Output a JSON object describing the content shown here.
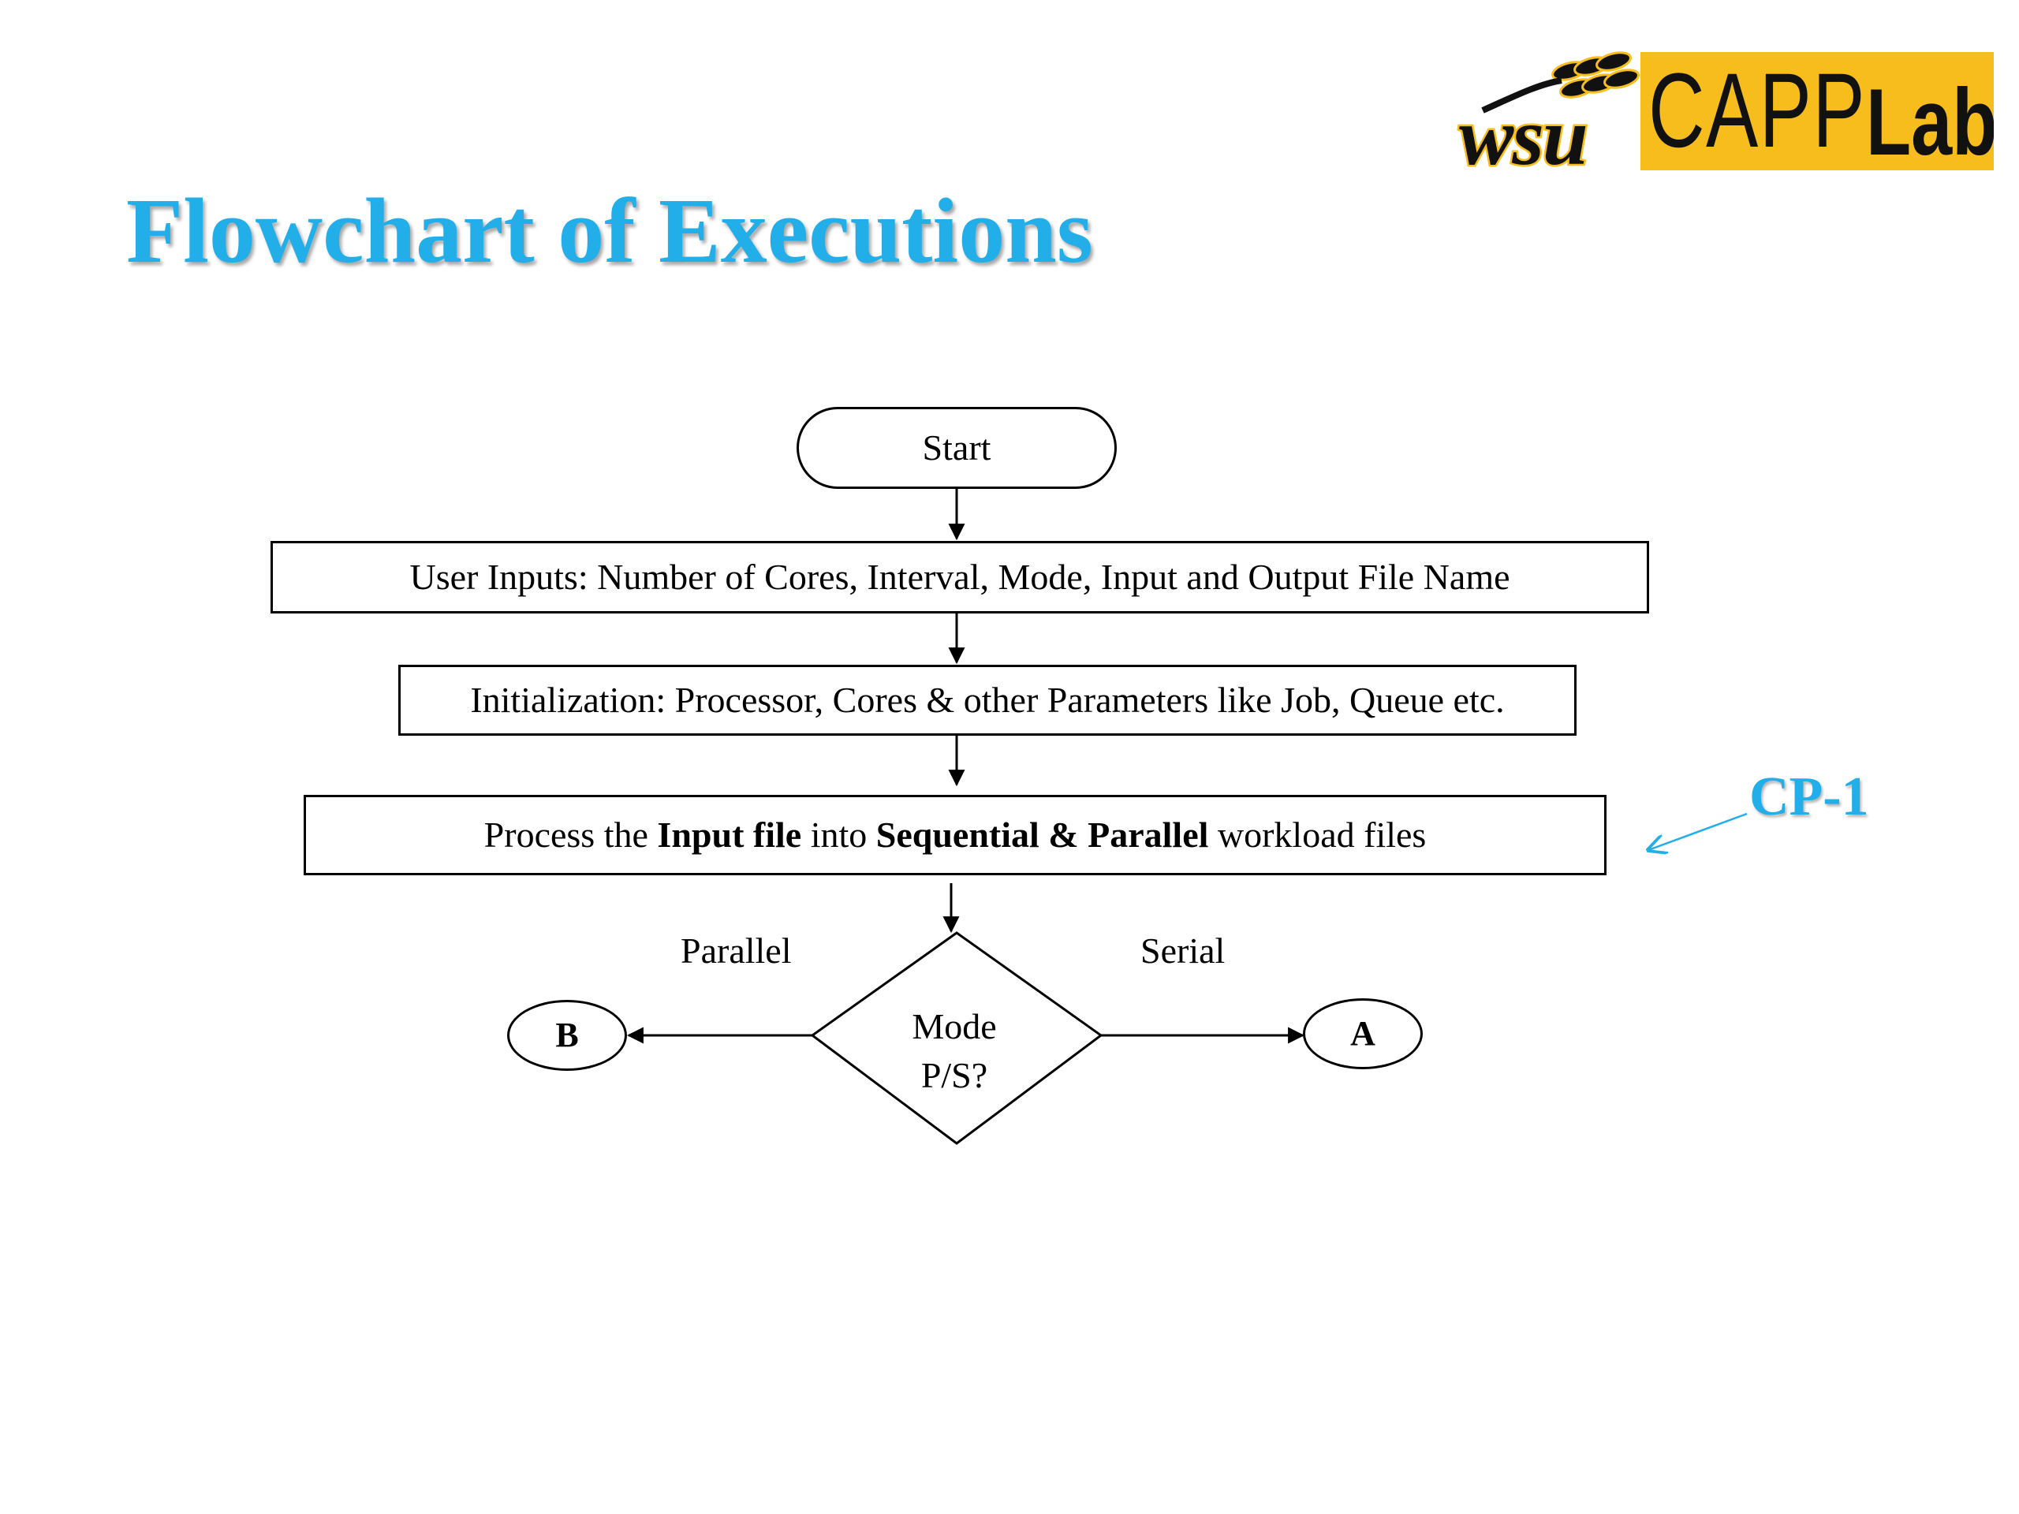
{
  "logo": {
    "wsu_text": "wsu",
    "capp_text": "CAPP",
    "lab_text": "Lab",
    "accent_color": "#f6bd1d"
  },
  "title": "Flowchart of Executions",
  "colors": {
    "title": "#22aee8",
    "annotation": "#22aee8",
    "stroke": "#000000"
  },
  "flowchart": {
    "start": "Start",
    "step_inputs": "User Inputs: Number of Cores, Interval, Mode, Input and Output File Name",
    "step_init": "Initialization: Processor, Cores & other Parameters like Job, Queue etc.",
    "step_process": {
      "part1": "Process the ",
      "bold1": "Input file",
      "part2": " into ",
      "bold2": "Sequential & Parallel",
      "part3": " workload files"
    },
    "decision": {
      "line1": "Mode",
      "line2": "P/S?"
    },
    "branch_left_label": "Parallel",
    "branch_right_label": "Serial",
    "connector_left": "B",
    "connector_right": "A"
  },
  "annotation": {
    "label": "CP-1"
  }
}
